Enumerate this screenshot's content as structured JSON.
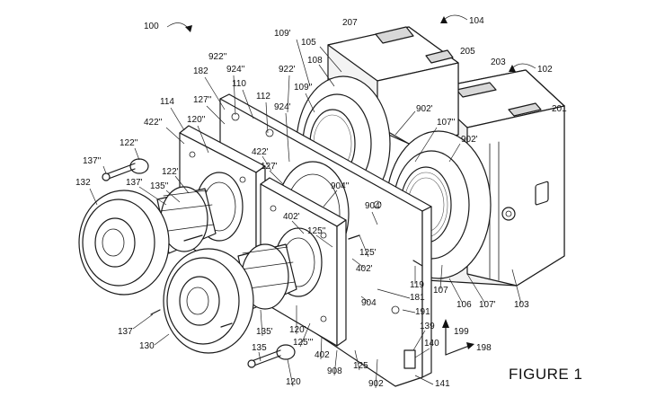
{
  "figure_title": "FIGURE 1",
  "reference_numerals": [
    "100",
    "104",
    "102",
    "207",
    "205",
    "203",
    "201",
    "109'",
    "105",
    "108",
    "922'",
    "922''",
    "924''",
    "182",
    "110",
    "109''",
    "127''",
    "112",
    "114",
    "924'",
    "902'",
    "107''",
    "902'",
    "422''",
    "120''",
    "422'",
    "127'",
    "122''",
    "137''",
    "122'",
    "137'",
    "135''",
    "904''",
    "904'",
    "132",
    "402'",
    "125''",
    "125'",
    "402'",
    "119",
    "107",
    "106",
    "107'",
    "103",
    "181",
    "904",
    "191",
    "137",
    "139",
    "199",
    "198",
    "140",
    "135'",
    "120'",
    "125'''",
    "130",
    "402",
    "135",
    "908",
    "125",
    "902",
    "120",
    "141"
  ]
}
